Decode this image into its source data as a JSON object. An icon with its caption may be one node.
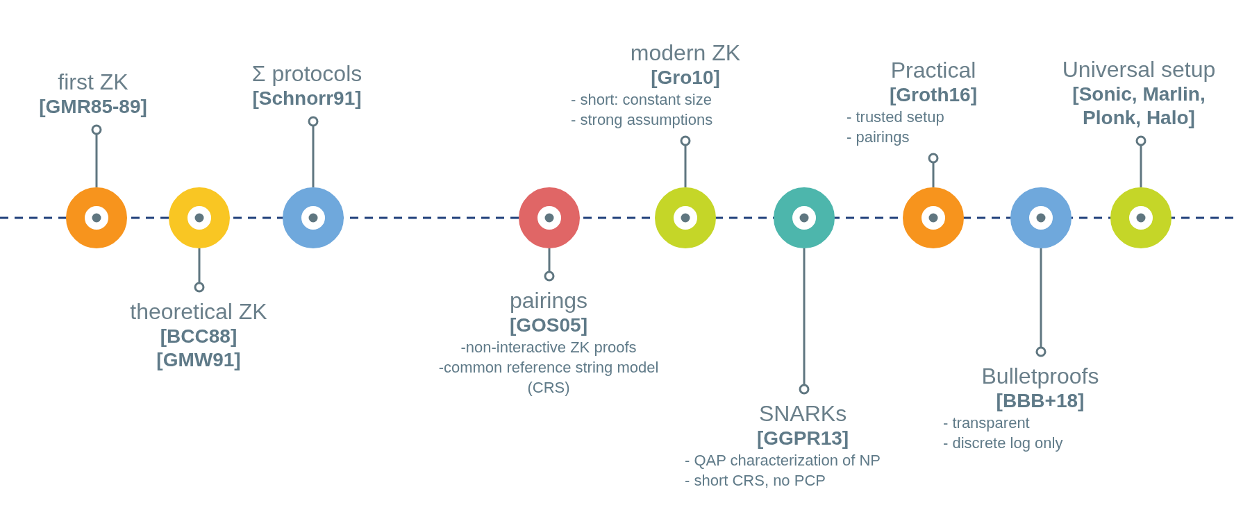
{
  "diagram": {
    "nodes": [
      {
        "text": [
          "first ZK",
          "[GMR85-89]"
        ]
      },
      {
        "text": [
          "theoretical ZK",
          "[BCC88]",
          "[GMW91]"
        ]
      },
      {
        "text": [
          "Σ protocols",
          "[Schnorr91]"
        ]
      },
      {
        "text": [
          "pairings",
          "[GOS05]",
          "-non-interactive ZK proofs",
          "-common reference string model (CRS)"
        ]
      },
      {
        "text": [
          "modern ZK",
          "[Gro10]",
          "- short: constant size",
          "- strong assumptions"
        ]
      },
      {
        "text": [
          "SNARKs",
          "[GGPR13]",
          "- QAP characterization of NP",
          "- short CRS, no PCP"
        ]
      },
      {
        "text": [
          "Practical",
          "[Groth16]",
          "- trusted setup",
          "- pairings"
        ]
      },
      {
        "text": [
          "Bulletproofs",
          "[BBB+18]",
          "- transparent",
          "- discrete log only"
        ]
      },
      {
        "text": [
          "Universal setup",
          "[Sonic, Marlin, Plonk, Halo]"
        ]
      },
      {
        "text": [],
        "shape": "circle"
      },
      {
        "text": [],
        "shape": "circle"
      },
      {
        "text": [],
        "shape": "circle"
      },
      {
        "text": [],
        "shape": "circle"
      },
      {
        "text": [],
        "shape": "circle"
      },
      {
        "text": [],
        "shape": "circle"
      },
      {
        "text": [],
        "shape": "circle"
      },
      {
        "text": [],
        "shape": "circle"
      },
      {
        "text": [],
        "shape": "circle"
      }
    ],
    "edges": [
      {
        "from": 9,
        "to": 0,
        "arrow": "other"
      },
      {
        "from": 10,
        "to": 1,
        "arrow": "other"
      },
      {
        "from": 11,
        "to": 2,
        "arrow": "other"
      },
      {
        "from": 12,
        "to": 3,
        "arrow": "other"
      },
      {
        "from": 13,
        "to": 4,
        "arrow": "other"
      },
      {
        "from": 14,
        "to": 5,
        "arrow": "other"
      },
      {
        "from": 15,
        "to": 6,
        "arrow": "other"
      },
      {
        "from": 16,
        "to": 7,
        "arrow": "other"
      },
      {
        "from": 17,
        "to": 8,
        "arrow": "other"
      }
    ]
  }
}
